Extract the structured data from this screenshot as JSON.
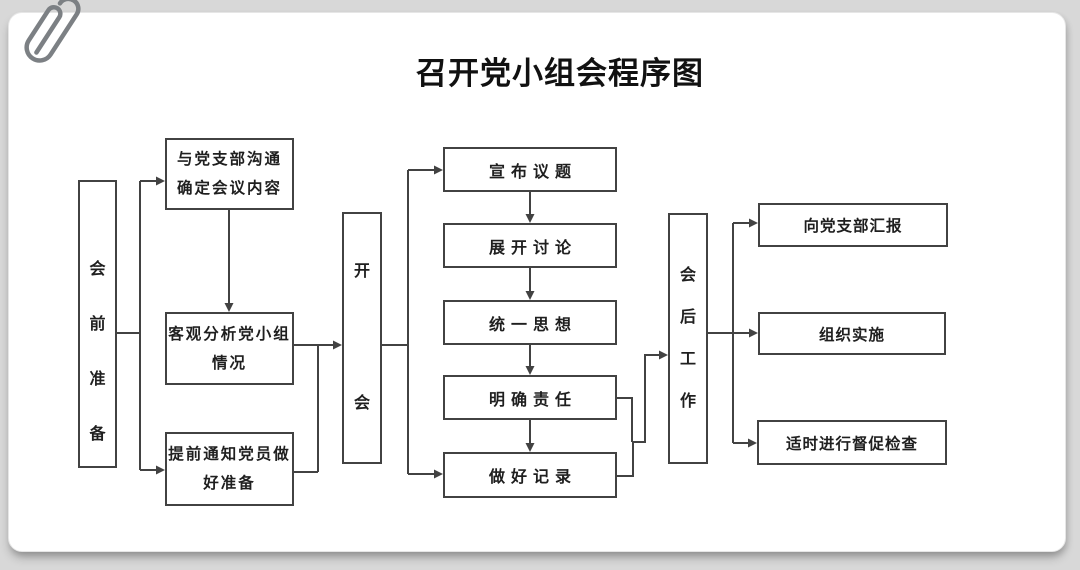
{
  "title": "召开党小组会程序图",
  "colors": {
    "background": "#d8d8d8",
    "paper": "#ffffff",
    "line": "#424242",
    "text": "#1f1f1f"
  },
  "icons": {
    "paperclip": "paperclip-icon"
  },
  "flowchart": {
    "stages": {
      "pre": "会前准备",
      "during": "开会",
      "post": "会后工作"
    },
    "pre_steps": [
      "与党支部沟通\n确定会议内容",
      "客观分析党小组\n情况",
      "提前通知党员做\n好准备"
    ],
    "during_steps": [
      "宣布议题",
      "展开讨论",
      "统一思想",
      "明确责任",
      "做好记录"
    ],
    "post_steps": [
      "向党支部汇报",
      "组织实施",
      "适时进行督促检查"
    ]
  }
}
